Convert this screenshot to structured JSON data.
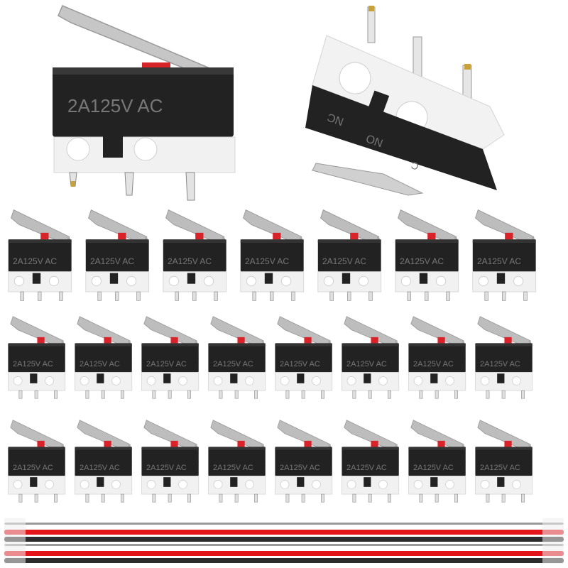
{
  "product": {
    "rating_label": "2A125V AC",
    "terminal_labels": [
      "NC",
      "NO",
      "C"
    ]
  },
  "grid": {
    "rows": [
      7,
      8,
      8
    ]
  },
  "colors": {
    "body_black": "#222222",
    "housing_white": "#f1f1f1",
    "lever_gray": "#c9c9c9",
    "plunger_red": "#d8232a",
    "pin_tip": "#c8a03c",
    "wire_red": "#e4141b",
    "wire_black": "#2b2b2b",
    "wire_gray": "#9a9a9a"
  },
  "wires": {
    "pattern": [
      "gray",
      "red",
      "black",
      "gray",
      "red",
      "black"
    ]
  }
}
